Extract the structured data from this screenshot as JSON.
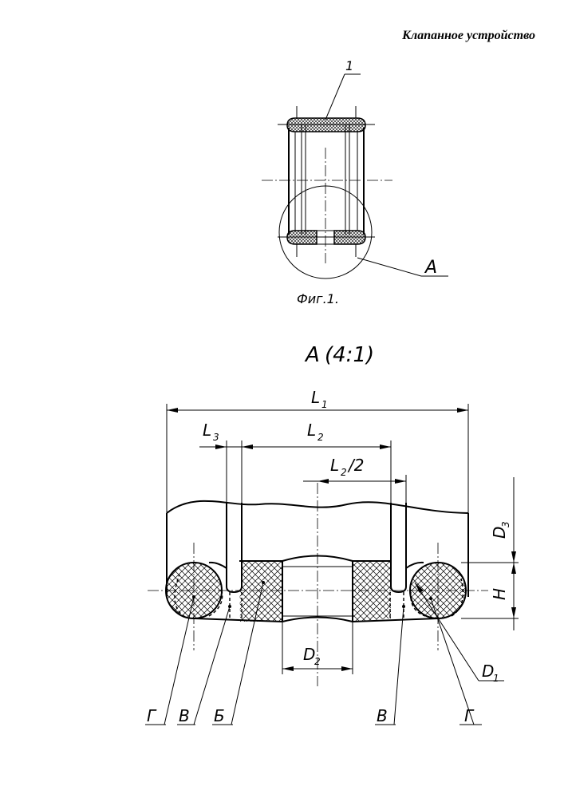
{
  "document": {
    "title": "Клапанное устройство"
  },
  "figure1": {
    "item_number": "1",
    "detail_ref": "A",
    "caption": "Фиг.1."
  },
  "detail": {
    "title_letter": "A",
    "title_scale": "(4:1)",
    "dimensions": {
      "L1": "1",
      "L2": "2",
      "L3": "3",
      "L2_half_sub": "2",
      "L2_half_tail": "/2",
      "D1": "1",
      "D2": "2",
      "D3": "3",
      "H": "H",
      "D_letter": "D",
      "L_letter": "L"
    },
    "callouts": {
      "left_outer": "Г",
      "left_mid": "В",
      "center": "Б",
      "right_mid": "В",
      "right_outer": "Г"
    }
  }
}
